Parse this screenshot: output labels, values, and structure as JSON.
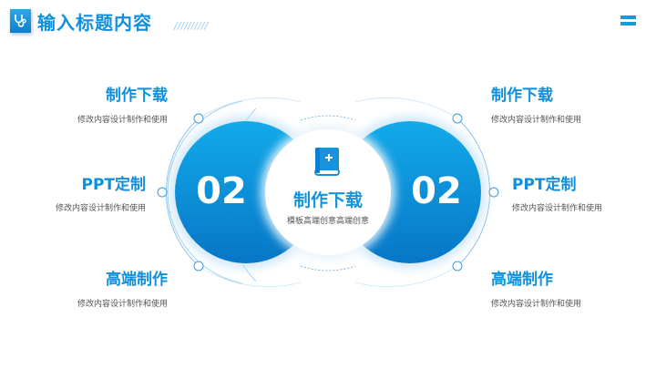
{
  "header": {
    "title": "输入标题内容",
    "decoration": "//////////",
    "logo_icon": "stethoscope-icon",
    "menu_icon": "menu-icon"
  },
  "colors": {
    "accent": "#0f8fdc",
    "circle_top": "#0ea4e8",
    "circle_bottom": "#0a78c8",
    "text_gray": "#555555"
  },
  "center": {
    "icon": "medical-book-icon",
    "title": "制作下载",
    "subtitle": "模板高端创意高端创意"
  },
  "circles": {
    "left_number": "02",
    "right_number": "02"
  },
  "left_items": [
    {
      "title": "制作下载",
      "desc": "修改内容设计制作和使用"
    },
    {
      "title": "PPT定制",
      "desc": "修改内容设计制作和使用"
    },
    {
      "title": "高端制作",
      "desc": "修改内容设计制作和使用"
    }
  ],
  "right_items": [
    {
      "title": "制作下载",
      "desc": "修改内容设计制作和使用"
    },
    {
      "title": "PPT定制",
      "desc": "修改内容设计制作和使用"
    },
    {
      "title": "高端制作",
      "desc": "修改内容设计制作和使用"
    }
  ]
}
